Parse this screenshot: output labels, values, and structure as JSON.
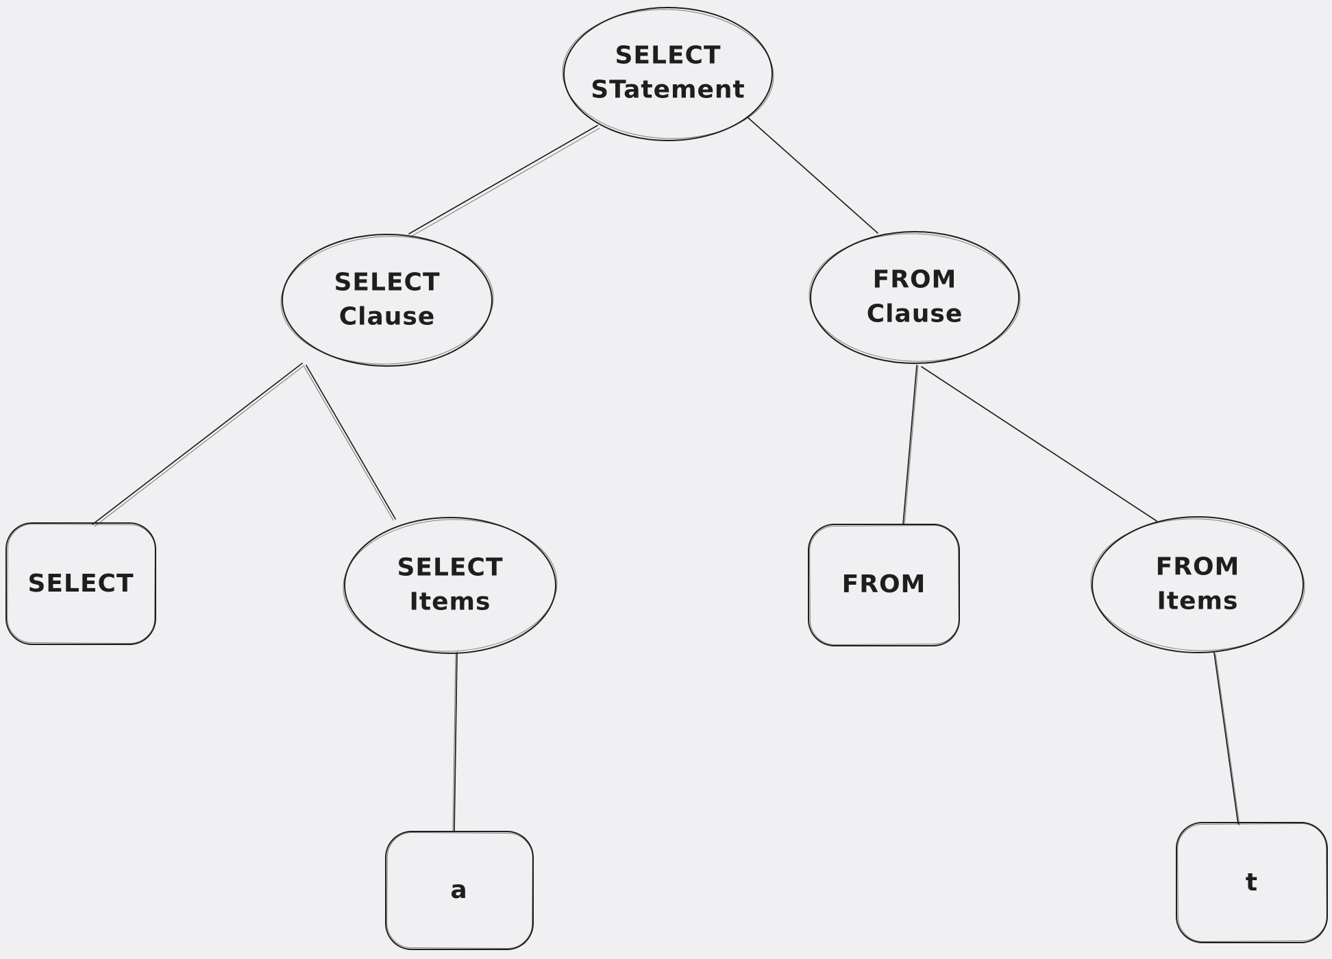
{
  "canvas": {
    "background": "#f0f0f2",
    "stroke_color": "#1e1e1e",
    "style": "hand-drawn sketch (excalidraw-like)"
  },
  "diagram": {
    "type": "tree",
    "description": "Parse tree of a SQL SELECT statement",
    "nodes": [
      {
        "id": "select-statement",
        "label": "SELECT\nSTatement",
        "shape": "ellipse"
      },
      {
        "id": "select-clause",
        "label": "SELECT\nClause",
        "shape": "ellipse"
      },
      {
        "id": "from-clause",
        "label": "FROM\nClause",
        "shape": "ellipse"
      },
      {
        "id": "select-keyword",
        "label": "SELECT",
        "shape": "rounded-rect"
      },
      {
        "id": "select-items",
        "label": "SELECT\nItems",
        "shape": "ellipse"
      },
      {
        "id": "from-keyword",
        "label": "FROM",
        "shape": "rounded-rect"
      },
      {
        "id": "from-items",
        "label": "FROM\nItems",
        "shape": "ellipse"
      },
      {
        "id": "select-item-a",
        "label": "a",
        "shape": "rounded-rect"
      },
      {
        "id": "from-item-t",
        "label": "t",
        "shape": "rounded-rect"
      }
    ],
    "edges": [
      {
        "from": "select-statement",
        "to": "select-clause"
      },
      {
        "from": "select-statement",
        "to": "from-clause"
      },
      {
        "from": "select-clause",
        "to": "select-keyword"
      },
      {
        "from": "select-clause",
        "to": "select-items"
      },
      {
        "from": "select-items",
        "to": "select-item-a"
      },
      {
        "from": "from-clause",
        "to": "from-keyword"
      },
      {
        "from": "from-clause",
        "to": "from-items"
      },
      {
        "from": "from-items",
        "to": "from-item-t"
      }
    ]
  }
}
